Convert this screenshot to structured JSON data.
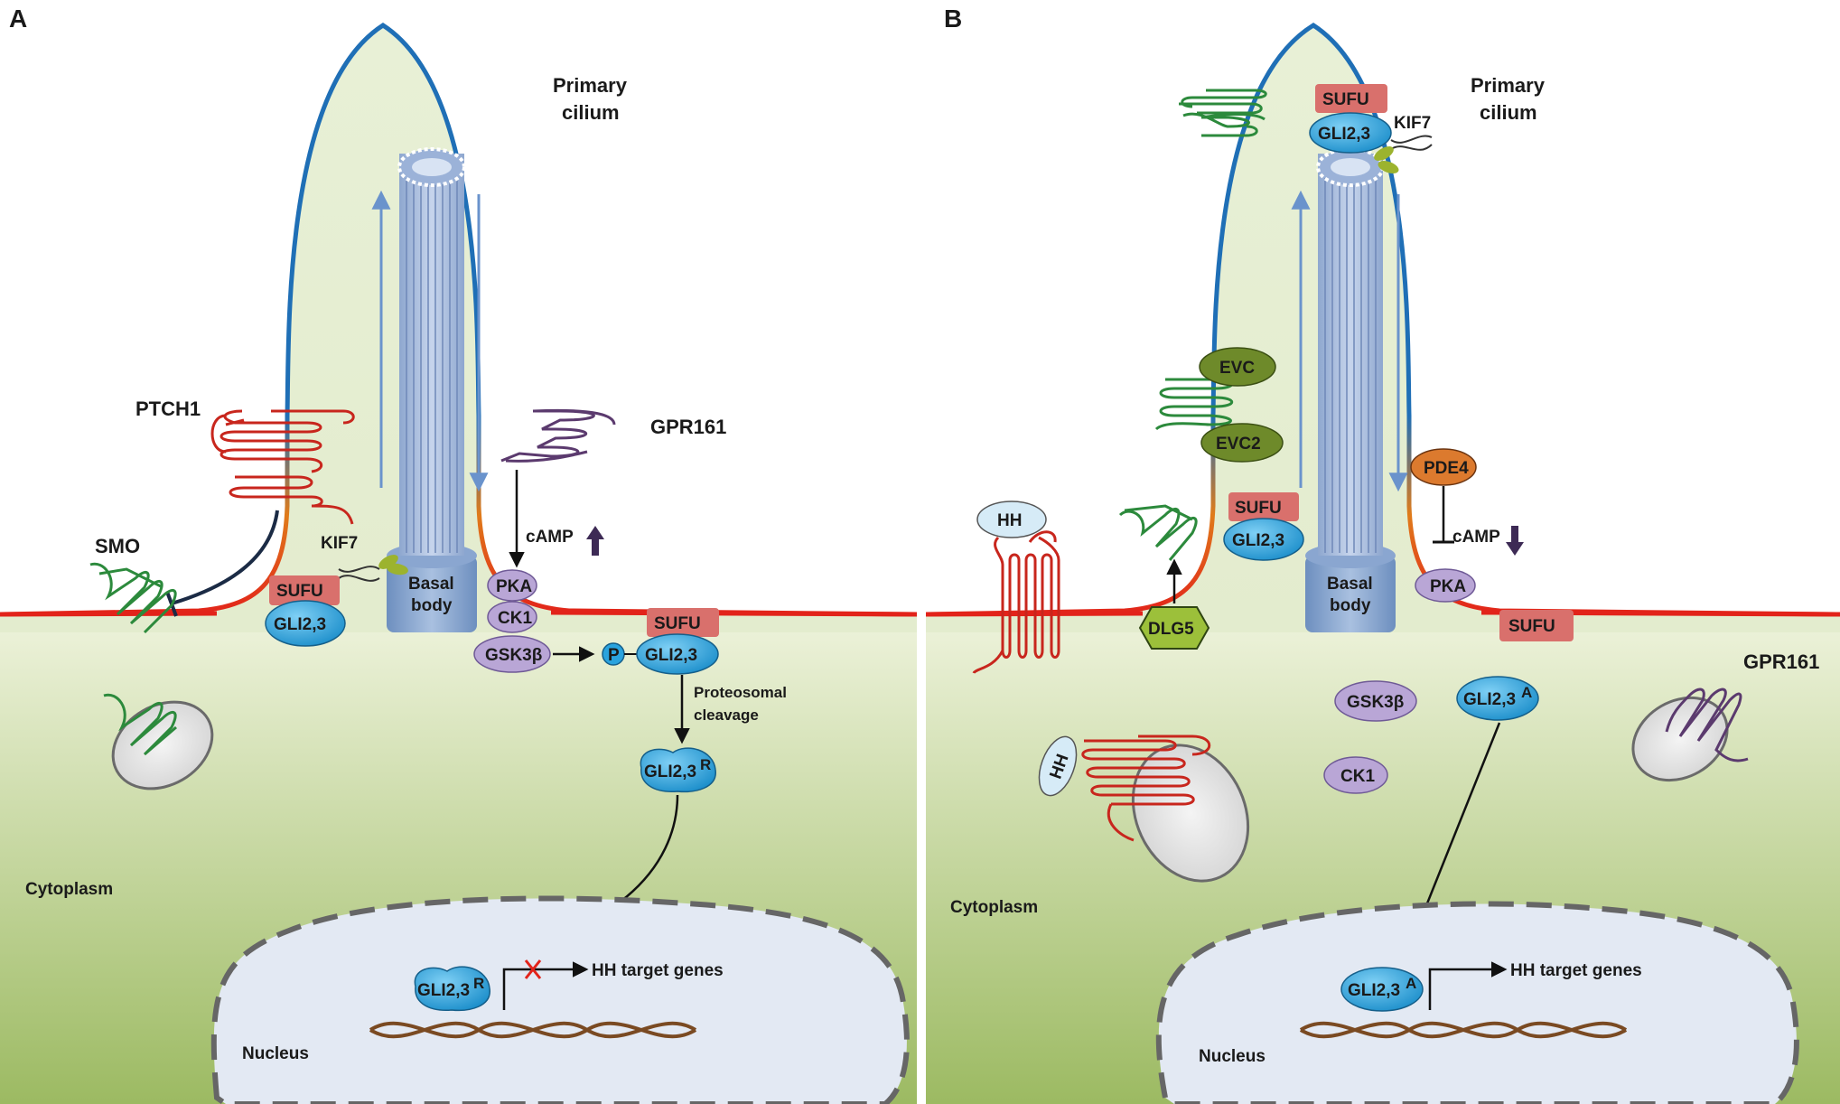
{
  "colors": {
    "cytoplasm_top": "#eef3dc",
    "cytoplasm_bottom": "#9cba62",
    "cilium_fill": "#e7efd3",
    "cilium_membrane": "#1f6fb6",
    "plasma_membrane": "#e2231a",
    "transition_zone": "#e07b1a",
    "nucleus_fill": "#e3e9f3",
    "gli": "#2aa3de",
    "sufu": "#d9706c",
    "kinase": "#b9a6d6",
    "smo": "#2c8a3c",
    "ptch": "#c8261d",
    "gpr161": "#5b3a6e",
    "evc": "#6e8a2a",
    "pde4": "#dc7a2e"
  },
  "panelA": {
    "letter": "A",
    "cilium_label": [
      "Primary",
      "cilium"
    ],
    "basal_body": [
      "Basal",
      "body"
    ],
    "ptch1": "PTCH1",
    "smo": "SMO",
    "kif7": "KIF7",
    "gpr161": "GPR161",
    "camp": "cAMP",
    "sufu": "SUFU",
    "gli": "GLI2,3",
    "pka": "PKA",
    "ck1": "CK1",
    "gsk3b": "GSK3β",
    "p": "P",
    "sufu2": "SUFU",
    "gli2": "GLI2,3",
    "proteosomal": [
      "Proteosomal",
      "cleavage"
    ],
    "gli_r": "GLI2,3",
    "gli_r_sup": "R",
    "gli_r_nuc": "GLI2,3",
    "gli_r_nuc_sup": "R",
    "target_genes": "HH target genes",
    "cytoplasm": "Cytoplasm",
    "nucleus": "Nucleus"
  },
  "panelB": {
    "letter": "B",
    "cilium_label": [
      "Primary",
      "cilium"
    ],
    "basal_body": [
      "Basal",
      "body"
    ],
    "sufu_tip": "SUFU",
    "gli_tip": "GLI2,3",
    "kif7": "KIF7",
    "evc": "EVC",
    "evc2": "EVC2",
    "hh": "HH",
    "hh_vesicle": "HH",
    "dlg5": "DLG5",
    "sufu_mid": "SUFU",
    "gli_mid": "GLI2,3",
    "pde4": "PDE4",
    "camp": "cAMP",
    "pka": "PKA",
    "sufu_free": "SUFU",
    "gpr161": "GPR161",
    "gsk3b": "GSK3β",
    "ck1": "CK1",
    "gli_a": "GLI2,3",
    "gli_a_sup": "A",
    "gli_a_nuc": "GLI2,3",
    "gli_a_nuc_sup": "A",
    "target_genes": "HH target genes",
    "cytoplasm": "Cytoplasm",
    "nucleus": "Nucleus"
  }
}
